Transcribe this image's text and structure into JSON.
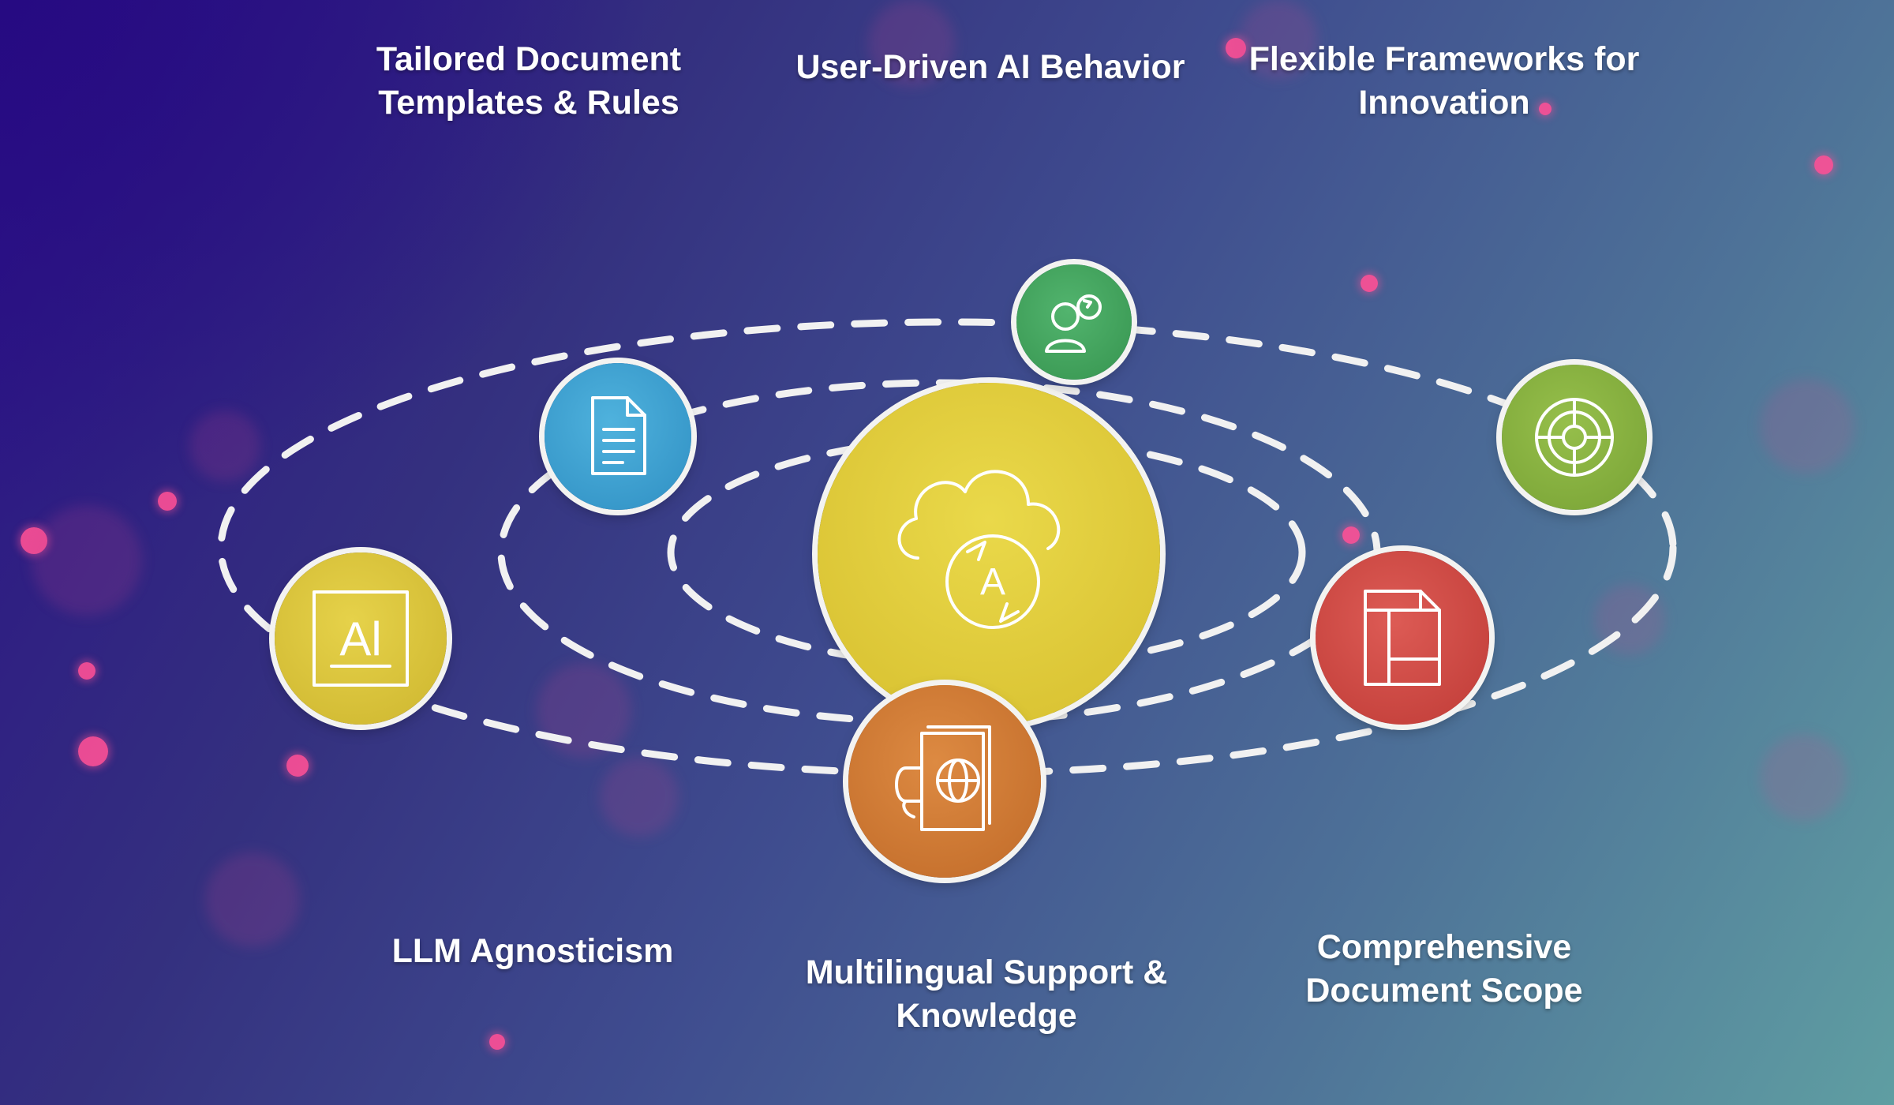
{
  "labels": {
    "tailored": [
      "Tailored Document",
      "Templates & Rules"
    ],
    "user_driven": [
      "User-Driven AI Behavior"
    ],
    "flexible": [
      "Flexible Frameworks for",
      "Innovation"
    ],
    "llm": [
      "LLM Agnosticism"
    ],
    "multilingual": [
      "Multilingual Support &",
      "Knowledge"
    ],
    "comprehensive": [
      "Comprehensive",
      "Document Scope"
    ]
  },
  "icon_text": {
    "ai_badge": "Al",
    "translate_letter": "A"
  },
  "nodes": {
    "center": {
      "icon": "cloud-translate-icon",
      "color": "#e3cd3c"
    },
    "document": {
      "icon": "document-icon",
      "color": "#3ba0d0"
    },
    "person": {
      "icon": "person-cycle-icon",
      "color": "#3fa35f"
    },
    "target": {
      "icon": "target-icon",
      "color": "#86b03f"
    },
    "ai": {
      "icon": "ai-chip-icon",
      "color": "#dbc63a"
    },
    "globe_book": {
      "icon": "globe-book-icon",
      "color": "#d17a34"
    },
    "layout": {
      "icon": "layout-grid-icon",
      "color": "#d04a44"
    }
  },
  "colors": {
    "orbit_line": "#f1f1f1",
    "node_border": "#f3f3f1",
    "bokeh": "#ff5096"
  }
}
